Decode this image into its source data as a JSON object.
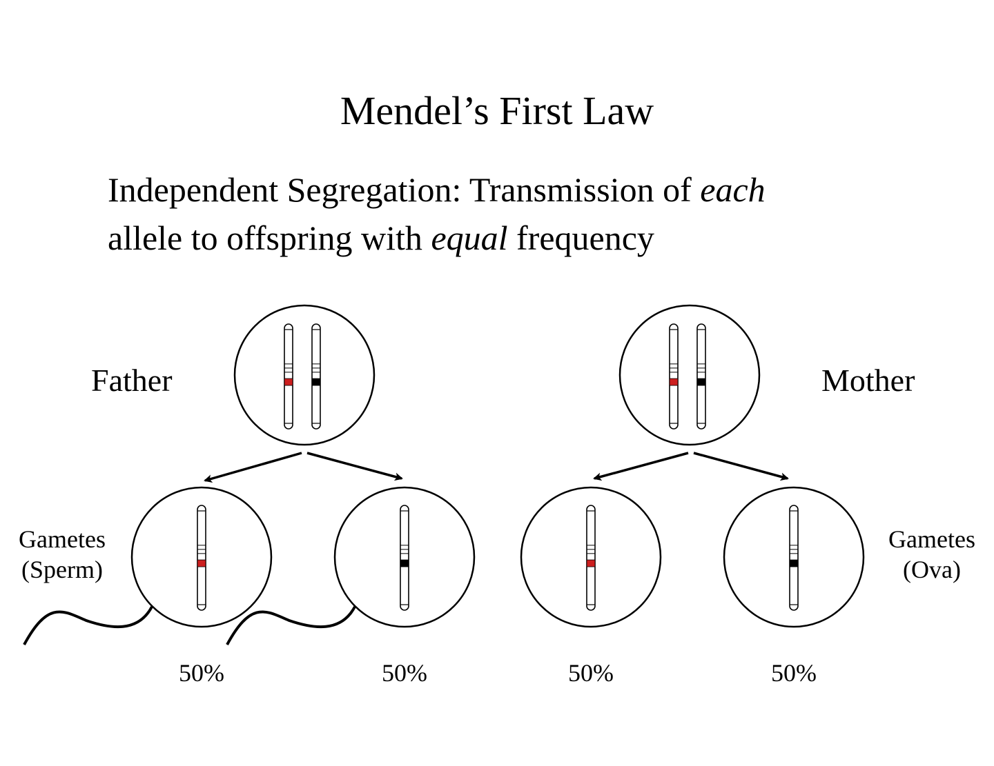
{
  "title": "Mendel’s First Law",
  "law": {
    "line1": {
      "before": "Independent Segregation:  Transmission of ",
      "emph": "each"
    },
    "line2": {
      "before": "allele to offspring with ",
      "emph": "equal",
      "after": " frequency"
    }
  },
  "parents": [
    {
      "id": "father",
      "label": "Father",
      "gametes_label_1": "Gametes",
      "gametes_label_2": "(Sperm)"
    },
    {
      "id": "mother",
      "label": "Mother",
      "gametes_label_1": "Gametes",
      "gametes_label_2": "(Ova)"
    }
  ],
  "gametes": [
    {
      "parent": "father",
      "allele_color": "#cc1f1f",
      "percent": "50%",
      "has_tail": true
    },
    {
      "parent": "father",
      "allele_color": "#000000",
      "percent": "50%",
      "has_tail": true
    },
    {
      "parent": "mother",
      "allele_color": "#cc1f1f",
      "percent": "50%",
      "has_tail": false
    },
    {
      "parent": "mother",
      "allele_color": "#000000",
      "percent": "50%",
      "has_tail": false
    }
  ],
  "colors": {
    "red_allele": "#cc1f1f",
    "black_allele": "#000000"
  }
}
